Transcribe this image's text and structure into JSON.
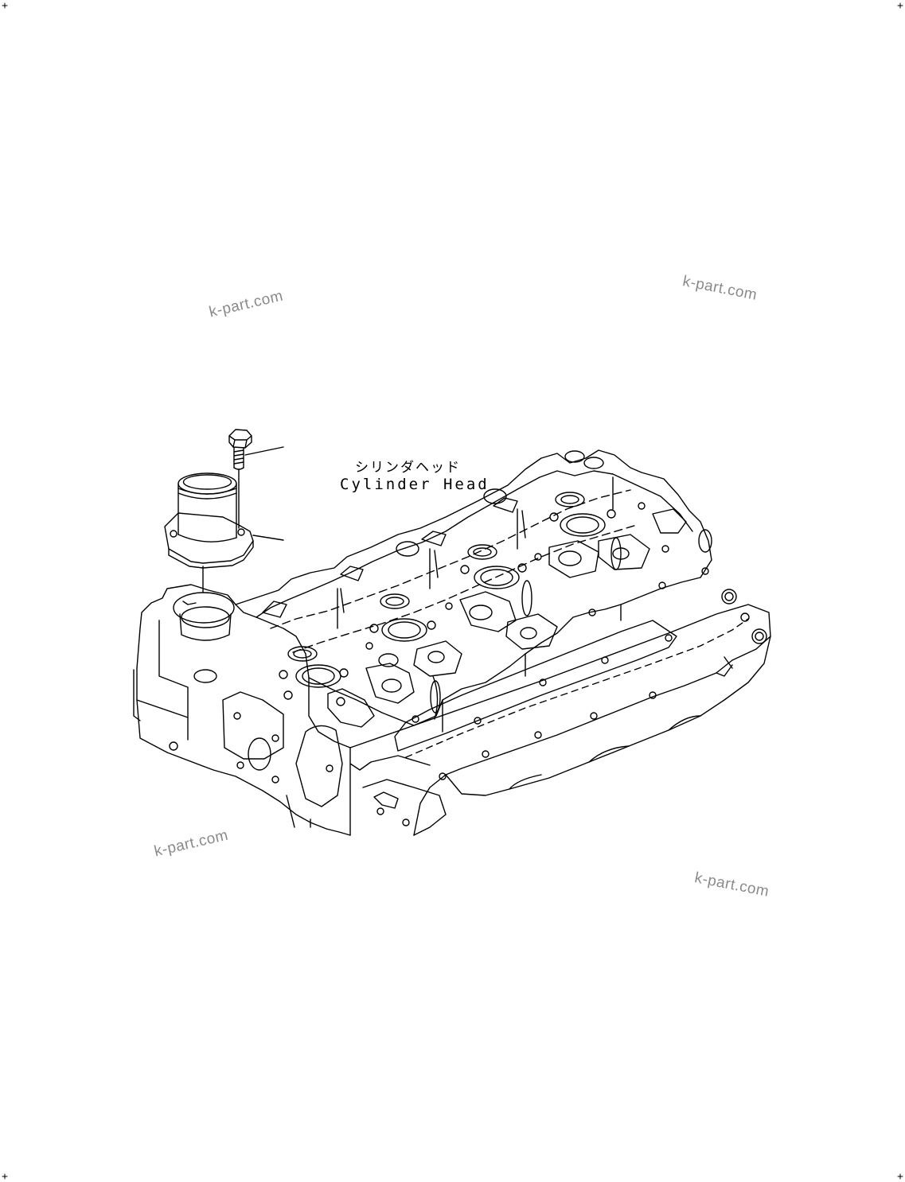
{
  "labels": {
    "part_name_jp": "シリンダヘッド",
    "part_name_en": "Cylinder Head"
  },
  "watermark": {
    "text": "k-part.com",
    "count": 4
  },
  "colors": {
    "line": "#000000",
    "watermark": "#8a8a8a",
    "background": "#ffffff"
  }
}
